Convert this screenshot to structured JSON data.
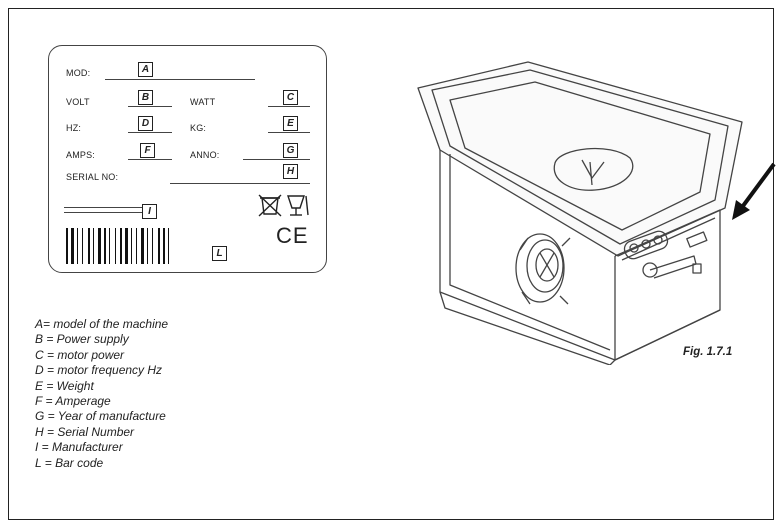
{
  "plate": {
    "mod": "MOD:",
    "volt": "VOLT",
    "watt": "WATT",
    "hz": "HZ:",
    "kg": "KG:",
    "amps": "AMPS:",
    "anno": "ANNO:",
    "serial": "SERIAL NO:",
    "boxes": {
      "a": "A",
      "b": "B",
      "c": "C",
      "d": "D",
      "e": "E",
      "f": "F",
      "g": "G",
      "h": "H",
      "i": "I",
      "l": "L"
    },
    "ce_mark": "CE"
  },
  "legend": [
    "A=  model of the machine",
    "B = Power supply",
    "C = motor power",
    "D = motor frequency Hz",
    "E = Weight",
    "F = Amperage",
    "G = Year of manufacture",
    "H = Serial Number",
    "I = Manufacturer",
    "L = Bar code"
  ],
  "figure_label": "Fig. 1.7.1"
}
